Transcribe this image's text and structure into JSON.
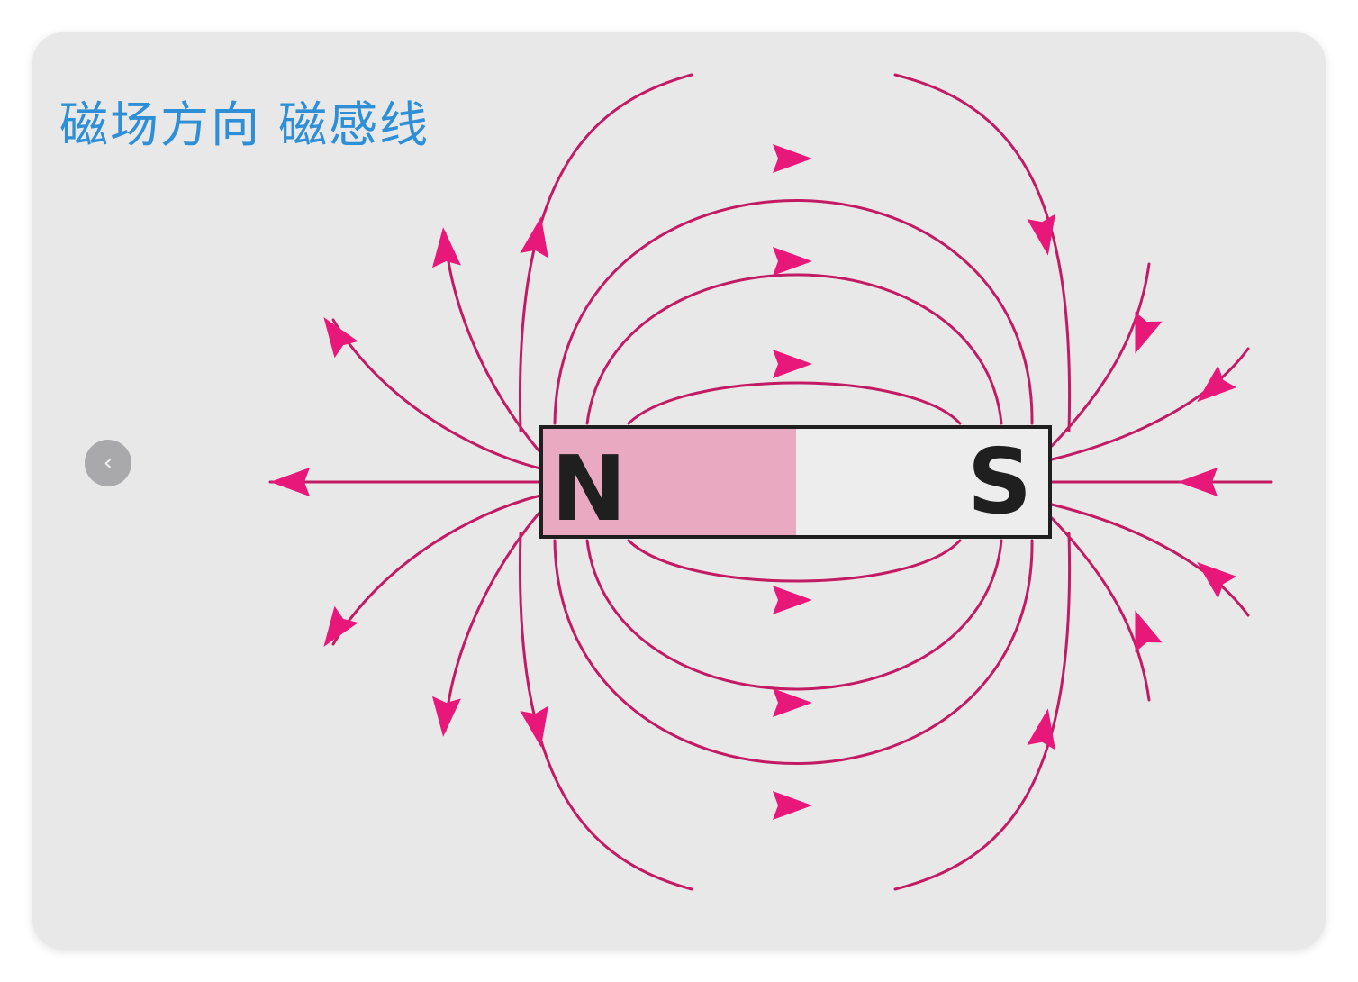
{
  "slide": {
    "title": "磁场方向 磁感线"
  },
  "magnet": {
    "north_label": "N",
    "south_label": "S",
    "north_color": "#e8a9c1",
    "south_color": "#ededee"
  },
  "field_line_color": "#c21b63",
  "arrow_color": "#e8177a",
  "navigation": {
    "prev_icon": "chevron-left-icon"
  }
}
